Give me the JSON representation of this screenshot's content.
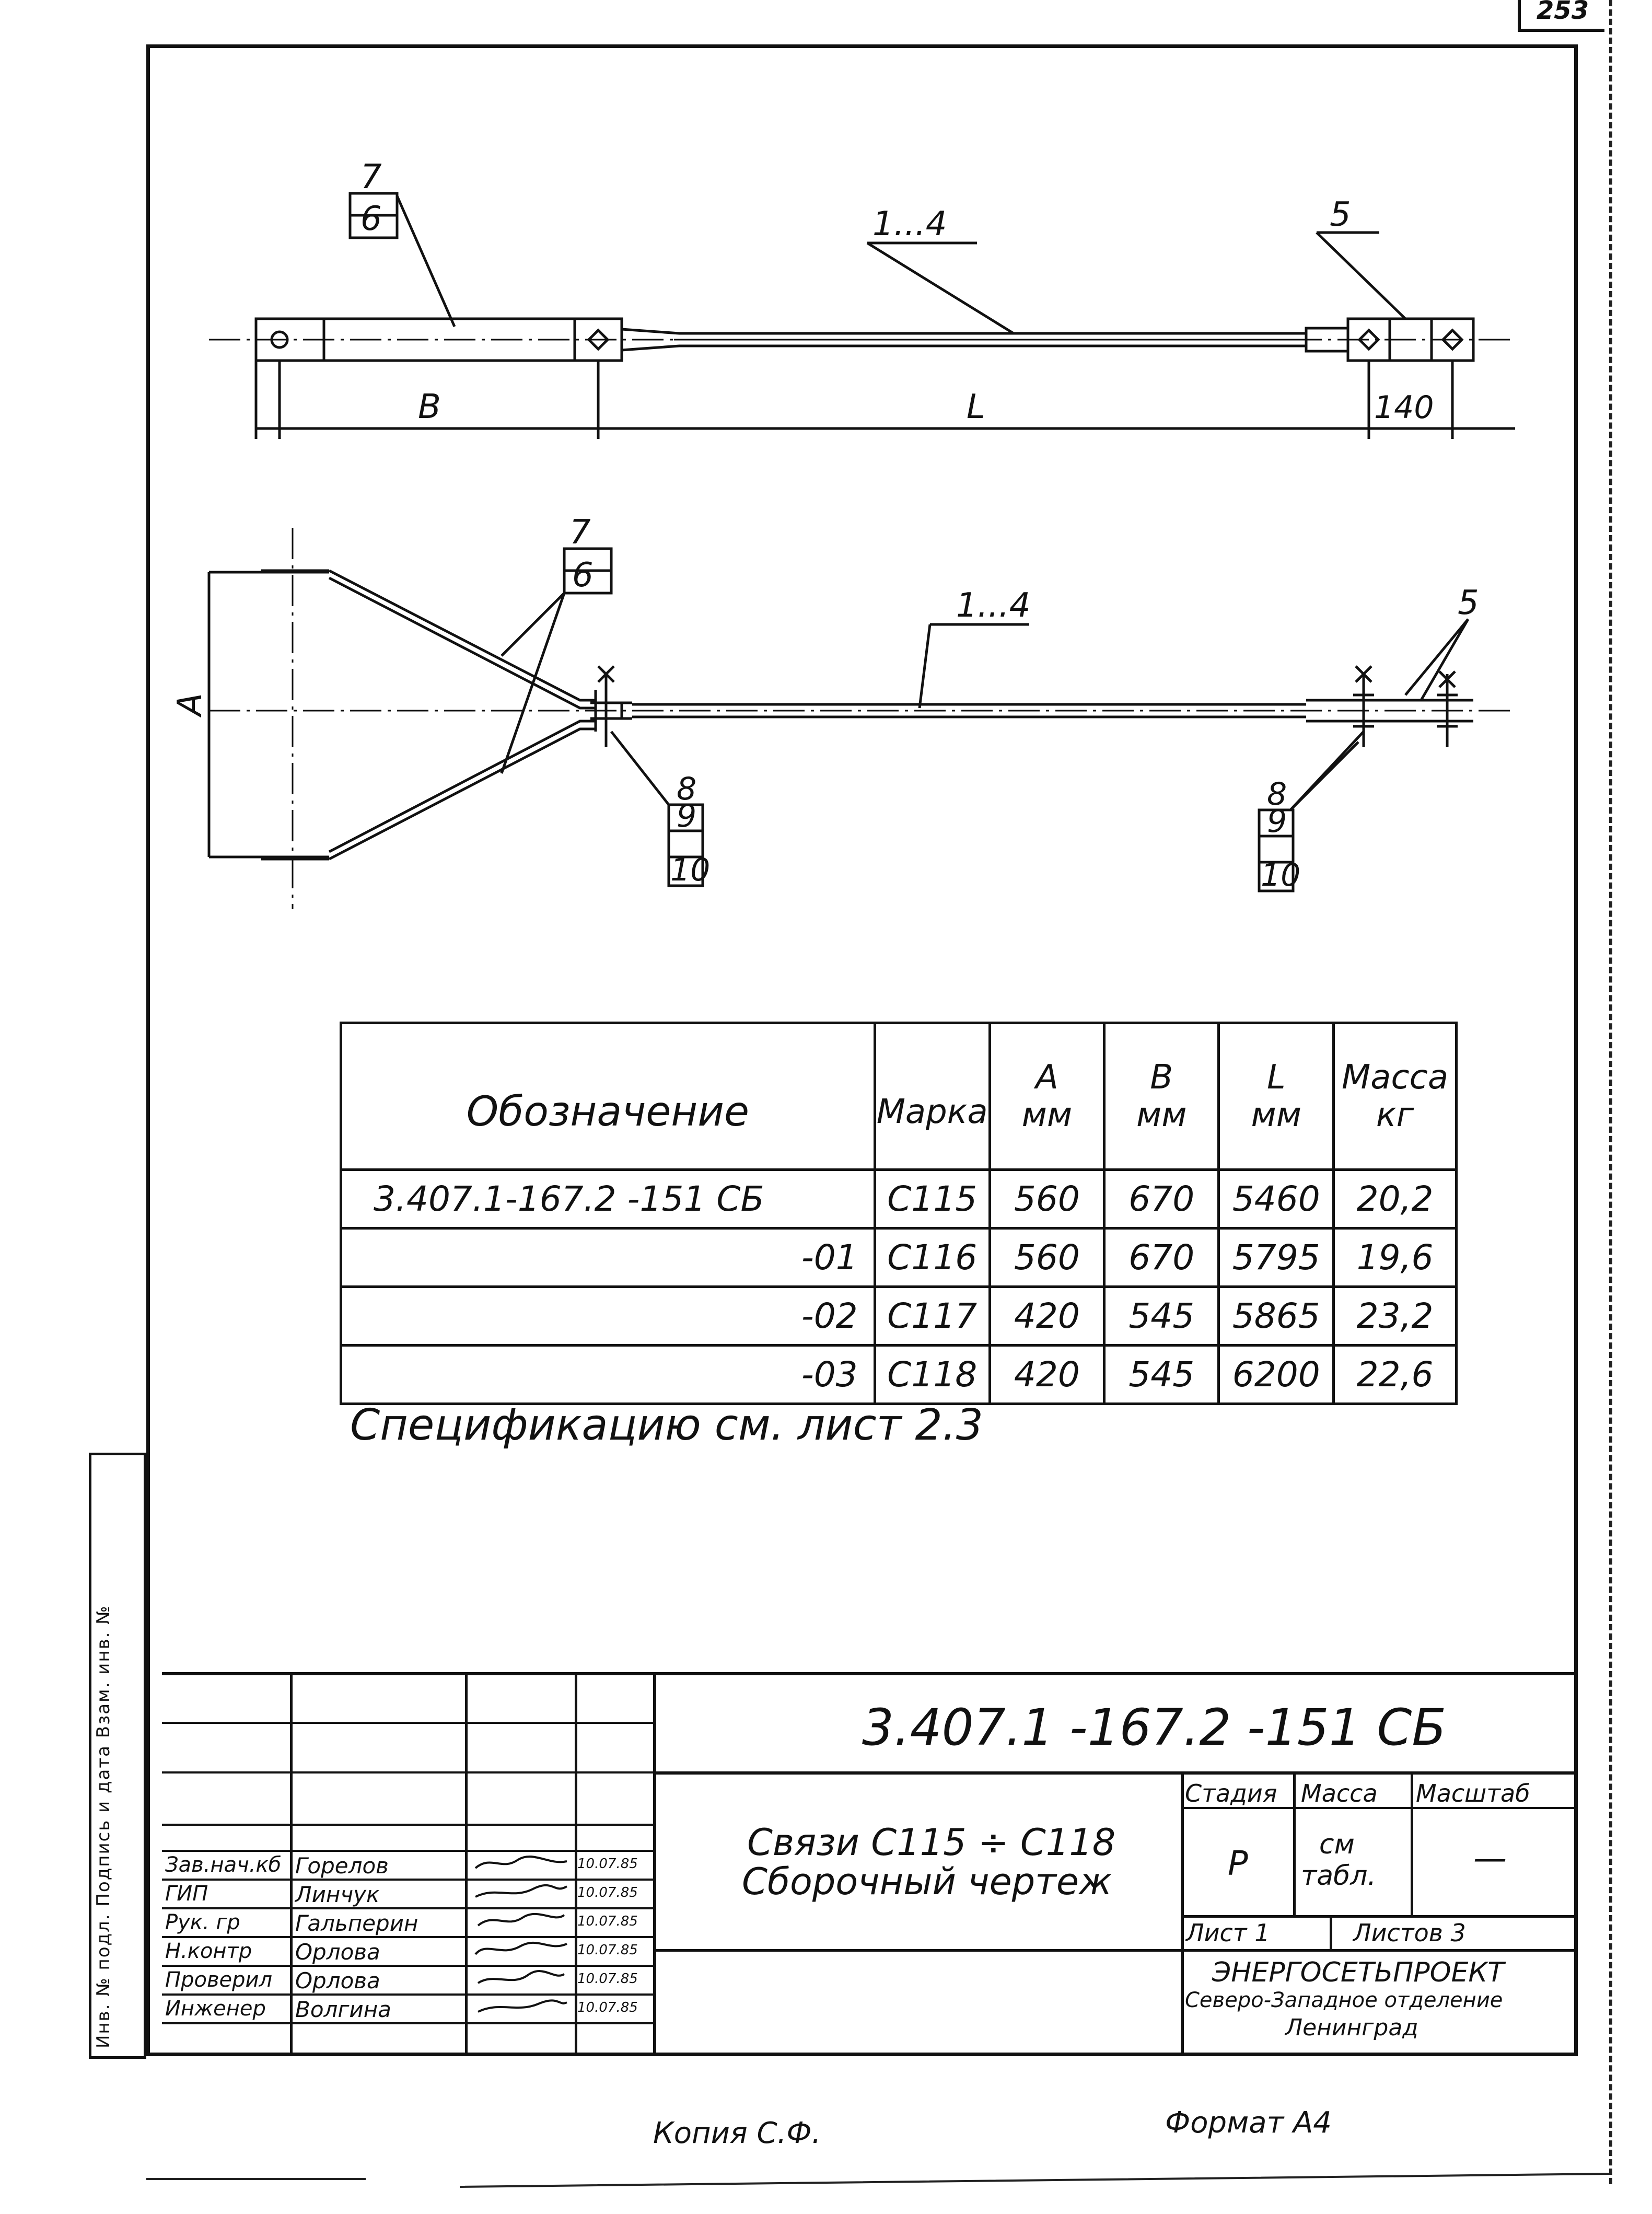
{
  "sheet_number": "253",
  "drawing": {
    "top_view": {
      "label_7": "7",
      "label_6": "6",
      "label_rods": "1...4",
      "label_5": "5",
      "dim_B": "B",
      "dim_L": "L",
      "dim_140": "140"
    },
    "side_view": {
      "label_7": "7",
      "label_6": "6",
      "label_rods": "1...4",
      "label_5": "5",
      "dim_A": "A",
      "left_8": "8",
      "left_9": "9",
      "left_10": "10",
      "right_8": "8",
      "right_9": "9",
      "right_10": "10"
    }
  },
  "spec_table": {
    "headers": {
      "designation": "Обозначение",
      "mark": "Марка",
      "a": "A",
      "a_unit": "мм",
      "b": "B",
      "b_unit": "мм",
      "l": "L",
      "l_unit": "мм",
      "mass": "Масса",
      "mass_unit": "кг"
    },
    "rows": [
      {
        "designation": "3.407.1-167.2 -151 СБ",
        "mark": "С115",
        "a": "560",
        "b": "670",
        "l": "5460",
        "mass": "20,2"
      },
      {
        "designation": "-01",
        "mark": "С116",
        "a": "560",
        "b": "670",
        "l": "5795",
        "mass": "19,6"
      },
      {
        "designation": "-02",
        "mark": "С117",
        "a": "420",
        "b": "545",
        "l": "5865",
        "mass": "23,2"
      },
      {
        "designation": "-03",
        "mark": "С118",
        "a": "420",
        "b": "545",
        "l": "6200",
        "mass": "22,6"
      }
    ]
  },
  "spec_note": "Спецификацию см. лист 2.3",
  "title_block": {
    "doc_code": "3.407.1 -167.2  -151 СБ",
    "title_line1": "Связи С115 ÷ С118",
    "title_line2": "Сборочный чертеж",
    "stage_header": "Стадия",
    "mass_header": "Масса",
    "scale_header": "Масштаб",
    "stage_value": "Р",
    "mass_value_1": "см",
    "mass_value_2": "табл.",
    "scale_value": "—",
    "sheet_label": "Лист 1",
    "sheets_label": "Листов 3",
    "org_line1": "ЭНЕРГОСЕТЬПРОЕКТ",
    "org_line2": "Северо-Западное отделение",
    "org_line3": "Ленинград",
    "people": [
      {
        "role": "Зав.нач.кб",
        "name": "Горелов",
        "date": "10.07.85"
      },
      {
        "role": "ГИП",
        "name": "Линчук",
        "date": "10.07.85"
      },
      {
        "role": "Рук. гр",
        "name": "Гальперин",
        "date": "10.07.85"
      },
      {
        "role": "Н.контр",
        "name": "Орлова",
        "date": "10.07.85"
      },
      {
        "role": "Проверил",
        "name": "Орлова",
        "date": "10.07.85"
      },
      {
        "role": "Инженер",
        "name": "Волгина",
        "date": "10.07.85"
      }
    ]
  },
  "side_strip_text": "Инв. № подл.   Подпись и дата   Взам. инв. №",
  "bottom": {
    "copied": "Копия С.Ф.",
    "format": "Формат А4"
  }
}
